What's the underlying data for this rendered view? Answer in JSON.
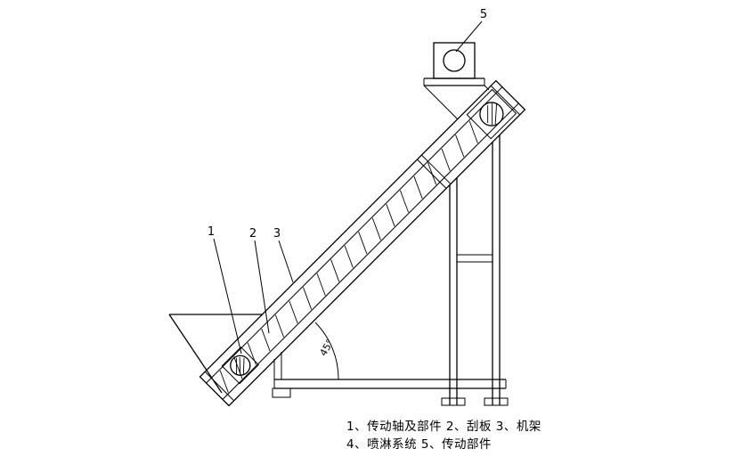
{
  "drawing": {
    "type": "technical-drawing-inclined-scraper-conveyor",
    "colors": {
      "line": "#000000",
      "background": "#ffffff"
    },
    "callouts": {
      "c1": "1",
      "c2": "2",
      "c3": "3",
      "c5": "5"
    },
    "angle": "45°",
    "legend": {
      "line1": "1、传动轴及部件  2、刮板  3、机架",
      "line2": "4、喷淋系统  5、传动部件"
    }
  }
}
